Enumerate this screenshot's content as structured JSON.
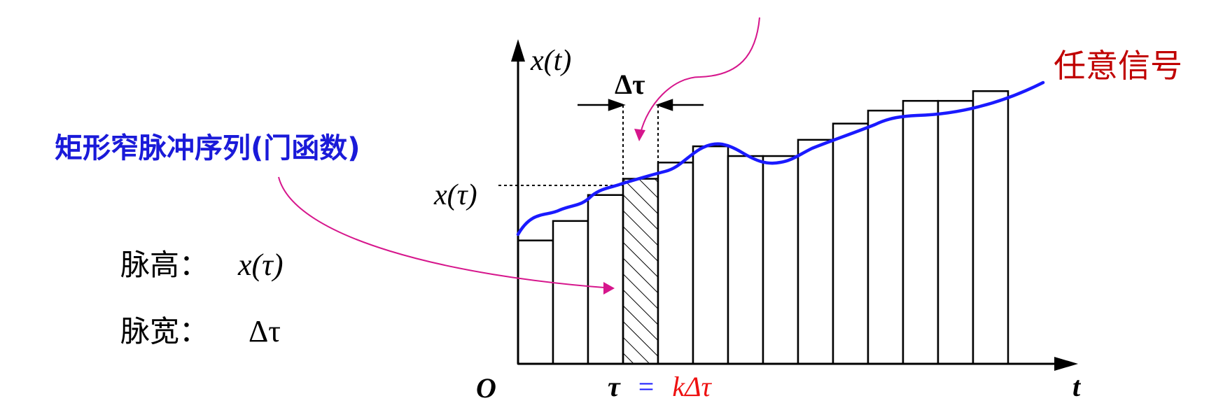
{
  "labels": {
    "arbitrary_signal": "任意信号",
    "pulse_sequence": "矩形窄脉冲序列(门函数)",
    "pulse_height_label": "脉高：",
    "pulse_height_value": "x(τ)",
    "pulse_width_label": "脉宽：",
    "pulse_width_value": "Δτ"
  },
  "axes": {
    "y_label": "x(t)",
    "x_label": "t",
    "origin": "O",
    "tau_value_label": "x(τ)",
    "delta_tau": "Δτ",
    "tau_eq_tau": "τ",
    "tau_eq_equals": "=",
    "tau_eq_rhs": "kΔτ"
  },
  "colors": {
    "axis": "#000000",
    "signal": "#1a1aff",
    "pulse_label": "#1a1ad9",
    "arbitrary_label": "#c00000",
    "arrow": "#d6168c",
    "k_delta_tau": "#ee1111"
  },
  "pulses": {
    "count": 14,
    "relative_heights": [
      0.38,
      0.44,
      0.52,
      0.57,
      0.62,
      0.67,
      0.64,
      0.64,
      0.69,
      0.74,
      0.78,
      0.81,
      0.81,
      0.84
    ],
    "highlighted_index": 3,
    "highlight_pattern": "diagonal-hatch"
  }
}
